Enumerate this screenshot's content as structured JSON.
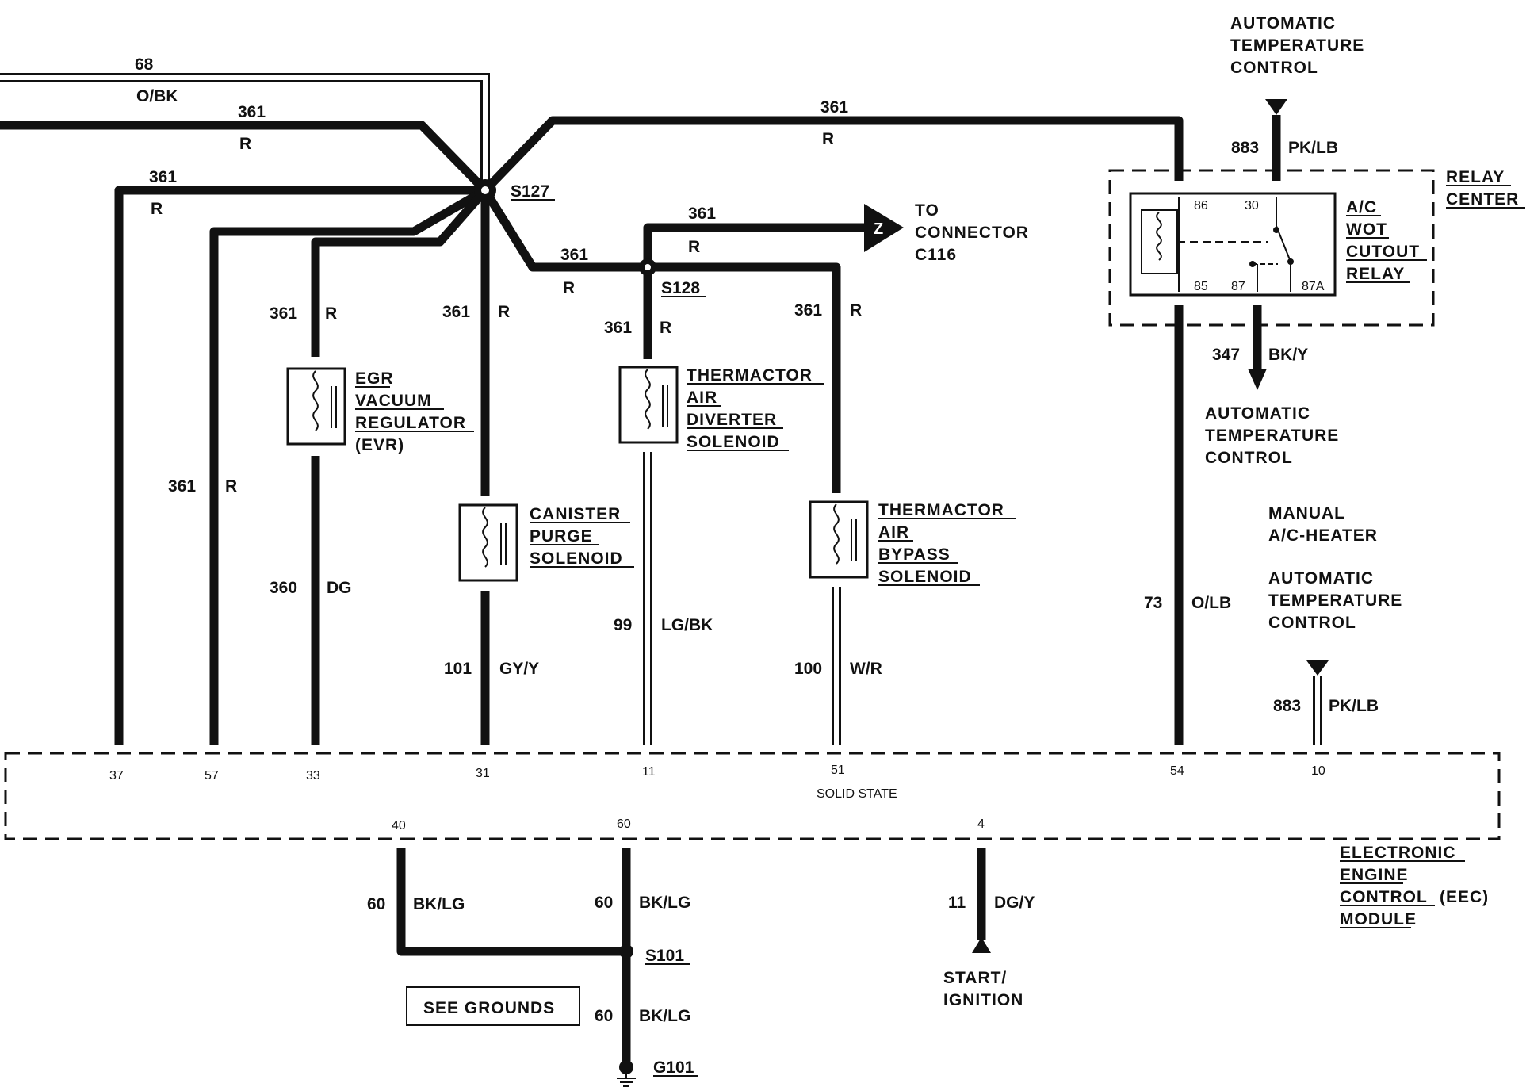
{
  "splices": {
    "s127": "S127",
    "s128": "S128",
    "s101": "S101",
    "g101": "G101"
  },
  "wires": {
    "w68": {
      "num": "68",
      "color": "O/BK"
    },
    "w361_top": {
      "num": "361",
      "color": "R"
    },
    "w361_left": {
      "num": "361",
      "color": "R"
    },
    "w361_right": {
      "num": "361",
      "color": "R"
    },
    "w361_c116": {
      "num": "361",
      "color": "R"
    },
    "w361_s128": {
      "num": "361",
      "color": "R"
    },
    "w361_57": {
      "num": "361",
      "color": "R"
    },
    "w361_egr": {
      "num": "361",
      "color": "R"
    },
    "w361_can": {
      "num": "361",
      "color": "R"
    },
    "w361_div": {
      "num": "361",
      "color": "R"
    },
    "w361_byp": {
      "num": "361",
      "color": "R"
    },
    "w360": {
      "num": "360",
      "color": "DG"
    },
    "w101": {
      "num": "101",
      "color": "GY/Y"
    },
    "w99": {
      "num": "99",
      "color": "LG/BK"
    },
    "w100": {
      "num": "100",
      "color": "W/R"
    },
    "w73": {
      "num": "73",
      "color": "O/LB"
    },
    "w883_top": {
      "num": "883",
      "color": "PK/LB"
    },
    "w883_bot": {
      "num": "883",
      "color": "PK/LB"
    },
    "w347": {
      "num": "347",
      "color": "BK/Y"
    },
    "w60_a": {
      "num": "60",
      "color": "BK/LG"
    },
    "w60_b": {
      "num": "60",
      "color": "BK/LG"
    },
    "w60_c": {
      "num": "60",
      "color": "BK/LG"
    },
    "w11": {
      "num": "11",
      "color": "DG/Y"
    }
  },
  "components": {
    "egr": [
      "EGR",
      "VACUUM",
      "REGULATOR",
      "(EVR)"
    ],
    "canister": [
      "CANISTER",
      "PURGE",
      "SOLENOID"
    ],
    "diverter": [
      "THERMACTOR",
      "AIR",
      "DIVERTER",
      "SOLENOID"
    ],
    "bypass": [
      "THERMACTOR",
      "AIR",
      "BYPASS",
      "SOLENOID"
    ],
    "relay": [
      "A/C",
      "WOT",
      "CUTOUT",
      "RELAY"
    ],
    "relay_center": [
      "RELAY",
      "CENTER"
    ],
    "eec": [
      "ELECTRONIC",
      "ENGINE",
      "CONTROL",
      "(EEC)",
      "MODULE"
    ],
    "to_connector": [
      "TO",
      "CONNECTOR",
      "C116"
    ],
    "atc_top": [
      "AUTOMATIC",
      "TEMPERATURE",
      "CONTROL"
    ],
    "atc_mid": [
      "AUTOMATIC",
      "TEMPERATURE",
      "CONTROL"
    ],
    "manual": [
      "MANUAL",
      "A/C-HEATER"
    ],
    "atc_low": [
      "AUTOMATIC",
      "TEMPERATURE",
      "CONTROL"
    ],
    "start_ign": [
      "START/",
      "IGNITION"
    ],
    "see_grounds": "SEE GROUNDS",
    "solid_state": "SOLID STATE",
    "z": "Z"
  },
  "relay_pins": [
    "86",
    "30",
    "85",
    "87",
    "87A"
  ],
  "eec_pins": {
    "p37": "37",
    "p57": "57",
    "p33": "33",
    "p31": "31",
    "p11": "11",
    "p51": "51",
    "p54": "54",
    "p10": "10",
    "p40": "40",
    "p60": "60",
    "p4": "4"
  }
}
